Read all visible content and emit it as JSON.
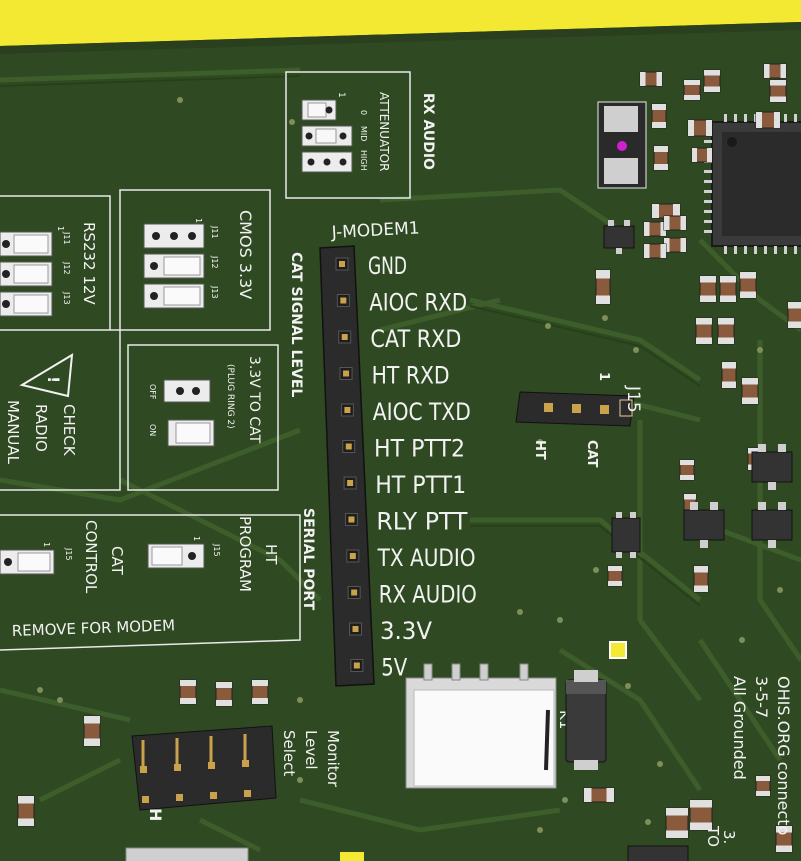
{
  "board": {
    "colors": {
      "pcb": "#2f4a22",
      "trace": "#3b5a2a",
      "silk": "#f2f2f2",
      "header": "#2b2b2b",
      "yellow_edge": "#f3e832",
      "pin": "#c9a24a"
    }
  },
  "rx_audio": {
    "title": "RX AUDIO",
    "subtitle": "ATTENUATOR",
    "pin_one": "1",
    "positions": [
      "0",
      "MID",
      "HIGH"
    ]
  },
  "rs232": {
    "title": "RS232 12V",
    "jumpers": [
      "J11",
      "J12",
      "J13"
    ],
    "pin_one": "1"
  },
  "cmos": {
    "title": "CMOS 3.3V",
    "jumpers": [
      "J11",
      "J12",
      "J13"
    ],
    "pin_one": "1"
  },
  "warning": {
    "line1": "CHECK",
    "line2": "RADIO",
    "line3": "MANUAL",
    "symbol": "!"
  },
  "cat_power": {
    "title": "3.3V TO CAT",
    "subtitle": "(PLUG RING 2)",
    "off_label": "OFF",
    "on_label": "ON"
  },
  "modem_box": {
    "footer": "REMOVE FOR MODEM",
    "cat_control_line1": "CAT",
    "cat_control_line2": "CONTROL",
    "cat_jumper": "J15",
    "ht_program_line1": "HT",
    "ht_program_line2": "PROGRAM",
    "ht_jumper": "J15",
    "pin_one": "1"
  },
  "connector": {
    "designator": "J-MODEM1",
    "side_label_top": "CAT SIGNAL LEVEL",
    "side_label_bottom": "SERIAL PORT",
    "pins": [
      "GND",
      "AIOC RXD",
      "CAT RXD",
      "HT RXD",
      "AIOC TXD",
      "HT PTT2",
      "HT PTT1",
      "RLY PTT",
      "TX AUDIO",
      "RX AUDIO",
      "3.3V",
      "5V"
    ]
  },
  "j15": {
    "designator": "J15",
    "pin_one": "1",
    "label_ht": "HT",
    "label_cat": "CAT"
  },
  "monitor": {
    "line1": "Monitor",
    "line2": "Level",
    "line3": "Select",
    "h_label": "H"
  },
  "relay": {
    "designator": "K1"
  },
  "ohis": {
    "line1": "OHIS.ORG connecto",
    "line2": "3-5-7",
    "line3": "All Grounded"
  },
  "bottom_partial": {
    "label": "3.",
    "label2": "TO"
  }
}
